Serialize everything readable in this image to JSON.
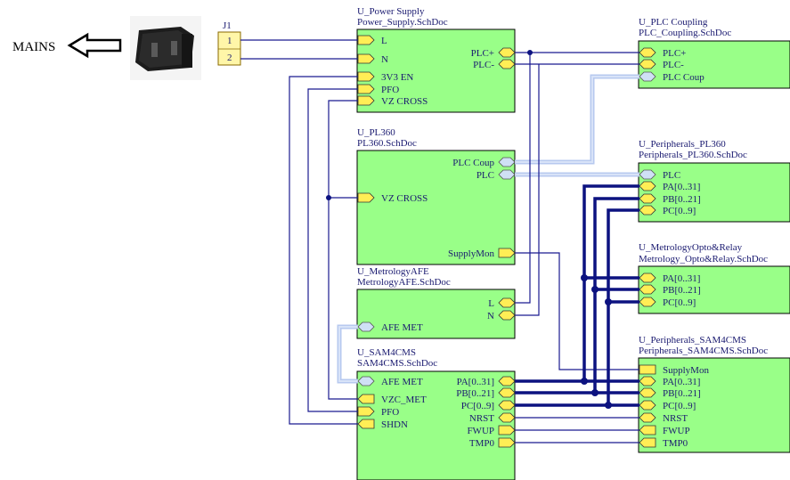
{
  "mains": {
    "label": "MAINS"
  },
  "connector": {
    "designator": "J1",
    "pin1": "1",
    "pin2": "2"
  },
  "sheets": {
    "power": {
      "designator": "U_Power Supply",
      "file": "Power_Supply.SchDoc",
      "ports": [
        "L",
        "N",
        "3V3 EN",
        "PFO",
        "VZ CROSS",
        "PLC+",
        "PLC-"
      ]
    },
    "pl360": {
      "designator": "U_PL360",
      "file": "PL360.SchDoc",
      "ports": [
        "PLC Coup",
        "PLC",
        "VZ CROSS",
        "SupplyMon"
      ]
    },
    "afe": {
      "designator": "U_MetrologyAFE",
      "file": "MetrologyAFE.SchDoc",
      "ports": [
        "L",
        "N",
        "AFE MET"
      ]
    },
    "sam": {
      "designator": "U_SAM4CMS",
      "file": "SAM4CMS.SchDoc",
      "ports": [
        "AFE MET",
        "VZC_MET",
        "PFO",
        "SHDN",
        "PA[0..31]",
        "PB[0..21]",
        "PC[0..9]",
        "NRST",
        "FWUP",
        "TMP0"
      ]
    },
    "plc_coupling": {
      "designator": "U_PLC Coupling",
      "file": "PLC_Coupling.SchDoc",
      "ports": [
        "PLC+",
        "PLC-",
        "PLC Coup"
      ]
    },
    "periph_pl360": {
      "designator": "U_Peripherals_PL360",
      "file": "Peripherals_PL360.SchDoc",
      "ports": [
        "PLC",
        "PA[0..31]",
        "PB[0..21]",
        "PC[0..9]"
      ]
    },
    "metro_opto": {
      "designator": "U_MetrologyOpto&Relay",
      "file": "Metrology_Opto&Relay.SchDoc",
      "ports": [
        "PA[0..31]",
        "PB[0..21]",
        "PC[0..9]"
      ]
    },
    "periph_sam": {
      "designator": "U_Peripherals_SAM4CMS",
      "file": "Peripherals_SAM4CMS.SchDoc",
      "ports": [
        "SupplyMon",
        "PA[0..31]",
        "PB[0..21]",
        "PC[0..9]",
        "NRST",
        "FWUP",
        "TMP0"
      ]
    }
  },
  "colors": {
    "sheet_fill": "#99ff88",
    "wire": "#1a1a90",
    "bus": "#0c1280",
    "harness": "#b7c9ef",
    "port": "#ffee55",
    "harness_port": "#cfe0f5",
    "text": "#1a1a70"
  },
  "icons": [
    "arrow-left-icon",
    "iec-power-socket-icon"
  ]
}
